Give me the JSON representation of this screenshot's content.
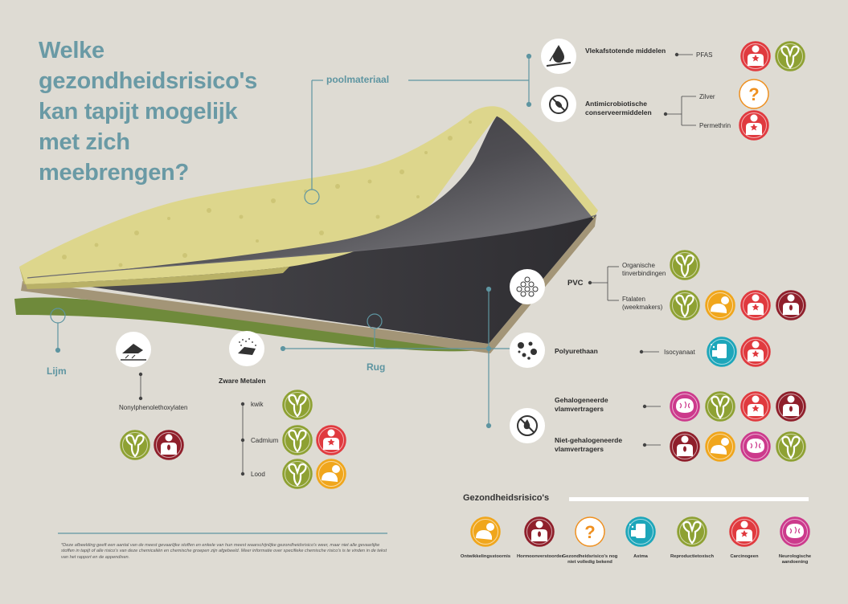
{
  "title_lines": [
    "Welke",
    "gezondheidsrisico's",
    "kan tapijt mogelijk",
    "met zich",
    "meebrengen?"
  ],
  "layers": {
    "pool": "poolmateriaal",
    "glue": "Lijm",
    "back": "Rug"
  },
  "groups": {
    "stain": "Vlekafstotende middelen",
    "antimicro": "Antimicrobiotische conserveermiddelen",
    "nonyl": "Nonylphenolethoxylaten",
    "metals": "Zware Metalen",
    "pvc": "PVC",
    "pu": "Polyurethaan",
    "halo": "Gehalogeneerde vlamvertragers",
    "nonhalo": "Niet-gehalogeneerde vlamvertragers"
  },
  "substances": {
    "pfas": "PFAS",
    "zilver": "Zilver",
    "permethrin": "Permethrin",
    "tin": "Organische tinverbindingen",
    "ftalaten": "Ftalaten (weekmakers)",
    "iso": "Isocyanaat",
    "kwik": "kwik",
    "cadmium": "Cadmium",
    "lood": "Lood"
  },
  "legend_title": "Gezondheidsrisico's",
  "legend": [
    {
      "id": "dev",
      "label": "Ontwikkelingsstoornis"
    },
    {
      "id": "hormone",
      "label": "Hormoonverstoorder"
    },
    {
      "id": "unknown",
      "label": "Gezondheidsrisico's nog niet volledig bekend"
    },
    {
      "id": "asthma",
      "label": "Astma"
    },
    {
      "id": "repro",
      "label": "Reproductietoxisch"
    },
    {
      "id": "carcino",
      "label": "Carcinogeen"
    },
    {
      "id": "neuro",
      "label": "Neurologische aandoening"
    }
  ],
  "disclaimer": "*Deze afbeelding geeft een aantal van de meest gevaarlijke stoffen en enkele van hun meest waarschijnlijke gezondheidsrisico's weer, maar niet alle gevaarlijke stoffen in tapijt of alle risico's van deze chemicaliën en chemische groepen zijn afgebeeld. Meer informatie over specifieke chemische risico's is te vinden in de tekst van het rapport en de appendixen.",
  "colors": {
    "background": "#dedbd3",
    "title": "#6a9aa5",
    "repro": "#8ea133",
    "dev": "#f0a61c",
    "carcino": "#e03a3f",
    "hormone": "#8f1f2b",
    "neuro": "#cc3a8c",
    "asthma": "#1da6ba",
    "unknown": "#ef9020",
    "carpet": "#ddd68c",
    "backing": "#4b4a4e",
    "glue": "#6f8a3b"
  }
}
